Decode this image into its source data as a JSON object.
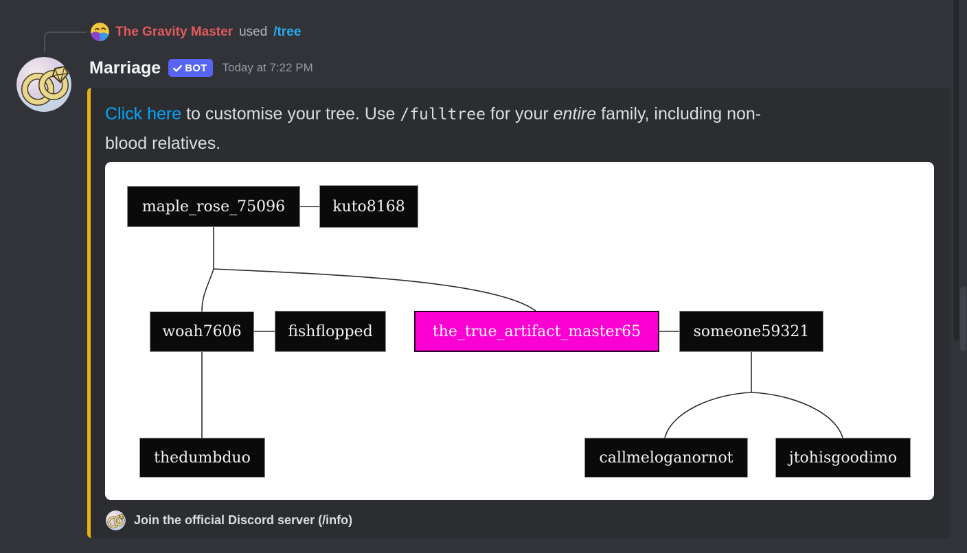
{
  "page": {
    "background": "#313338"
  },
  "reply_context": {
    "username": "The Gravity Master",
    "action_text": "used",
    "command": "/tree",
    "username_color": "#e05a5e",
    "command_color": "#29abf3",
    "avatar_icon": "laughing-emoji-avatar"
  },
  "message": {
    "author": "Marriage",
    "author_avatar_icon": "wedding-rings-avatar",
    "bot_badge": {
      "label": "BOT",
      "check_icon": "verified-check-icon",
      "color": "#5865f2"
    },
    "timestamp": "Today at 7:22 PM"
  },
  "embed": {
    "accent_color": "#e9b30e",
    "background": "#2b2d31",
    "description": {
      "link_text": "Click here",
      "segment_1": " to customise your tree. Use ",
      "code_text": "/fulltree",
      "segment_2": " for your ",
      "italic_text": "entire",
      "segment_3": " family, including non-",
      "segment_4": "blood relatives."
    },
    "footer": {
      "icon": "wedding-rings-icon",
      "text": "Join the official Discord server (/info)"
    }
  },
  "tree": {
    "background": "#ffffff",
    "node_color": "#0a0a0a",
    "node_border_color": "#8c8c8c",
    "highlight_color": "#fb00d2",
    "line_color": "#2b2b2b",
    "nodes": {
      "maple_rose": {
        "label": "maple_rose_75096",
        "highlighted": false
      },
      "kuto": {
        "label": "kuto8168",
        "highlighted": false
      },
      "woah": {
        "label": "woah7606",
        "highlighted": false
      },
      "fishflopped": {
        "label": "fishflopped",
        "highlighted": false
      },
      "true_artifact": {
        "label": "the_true_artifact_master65",
        "highlighted": true
      },
      "someone": {
        "label": "someone59321",
        "highlighted": false
      },
      "thedumbduo": {
        "label": "thedumbduo",
        "highlighted": false
      },
      "callmeloganornot": {
        "label": "callmeloganornot",
        "highlighted": false
      },
      "jtohisgoodimo": {
        "label": "jtohisgoodimo",
        "highlighted": false
      }
    }
  }
}
